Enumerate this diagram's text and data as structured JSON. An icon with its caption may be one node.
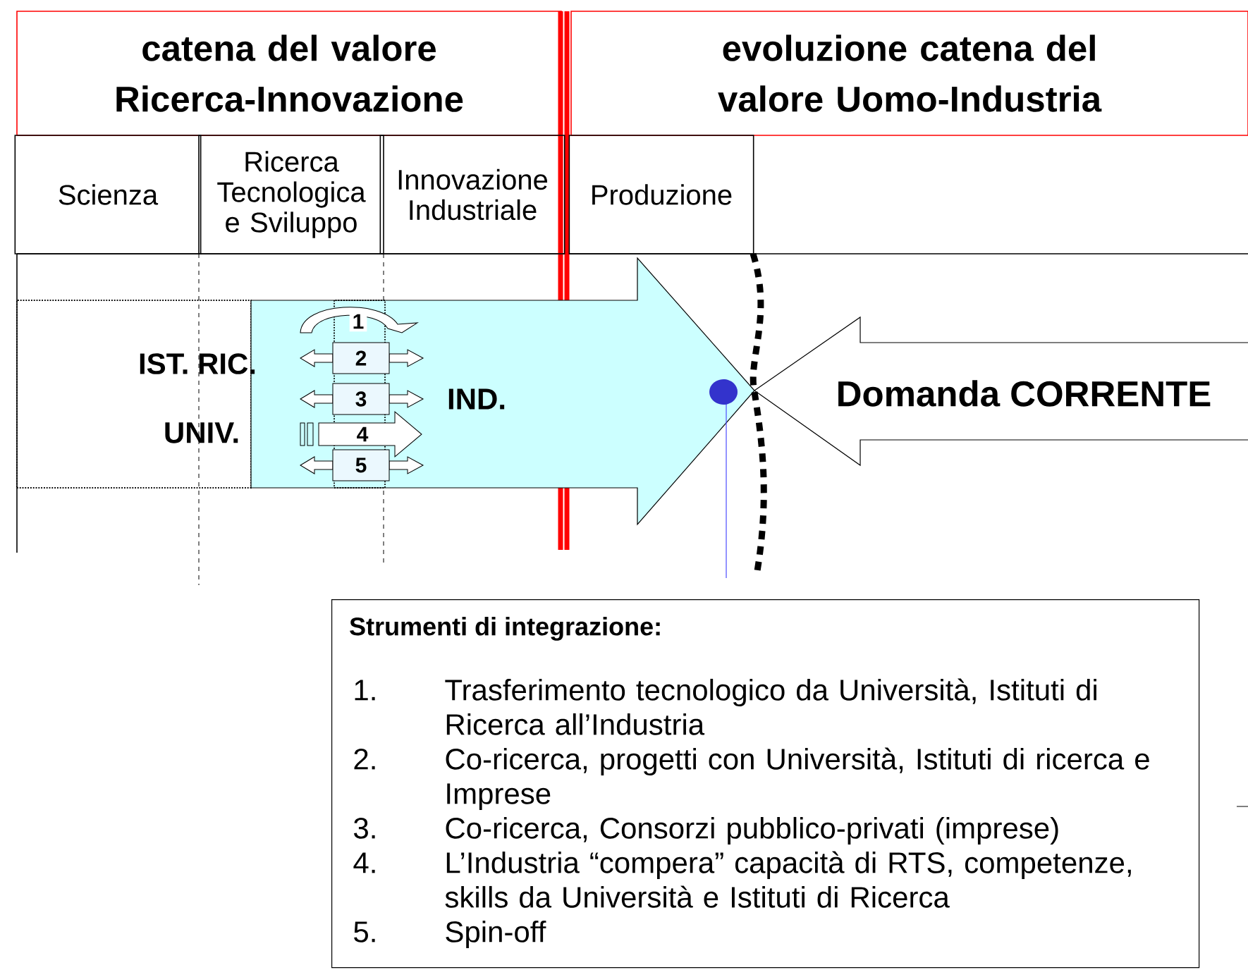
{
  "diagram": {
    "nodes": [
      {
        "text": [
          "catena del valore Ricerca-Innovazione"
        ]
      },
      {
        "text": [
          "evoluzione catena del valore Uomo-Industria"
        ]
      },
      {
        "text": [
          "Scienza"
        ]
      },
      {
        "text": [
          "Ricerca Tecnologica e Sviluppo"
        ]
      },
      {
        "text": [
          "Innovazione Industriale"
        ]
      },
      {
        "text": [
          "Produzione"
        ]
      },
      {
        "text": [
          "IST. RIC.",
          "UNIV."
        ]
      },
      {
        "text": [
          "IND."
        ]
      },
      {
        "text": [
          "1"
        ],
        "in": 7
      },
      {
        "text": [
          "2"
        ],
        "in": 7
      },
      {
        "text": [
          "3"
        ],
        "in": 7
      },
      {
        "text": [
          "4"
        ],
        "in": 7
      },
      {
        "text": [
          "5"
        ],
        "in": 7
      },
      {
        "text": [
          "Domanda CORRENTE"
        ]
      },
      {
        "text": [
          "Strumenti di integrazione:",
          "1.",
          "Trasferimento tecnologico da Università, Istituti di Ricerca all’Industria",
          "2.",
          "Co-ricerca, progetti con Università, Istituti di ricerca e Imprese",
          "3.",
          "Co-ricerca, Consorzi pubblico-privati (imprese)",
          "4.",
          "L’Industria “compera” capacità di RTS, competenze, skills da Università e Istituti di Ricerca",
          "5.",
          "Spin-off"
        ]
      }
    ]
  }
}
